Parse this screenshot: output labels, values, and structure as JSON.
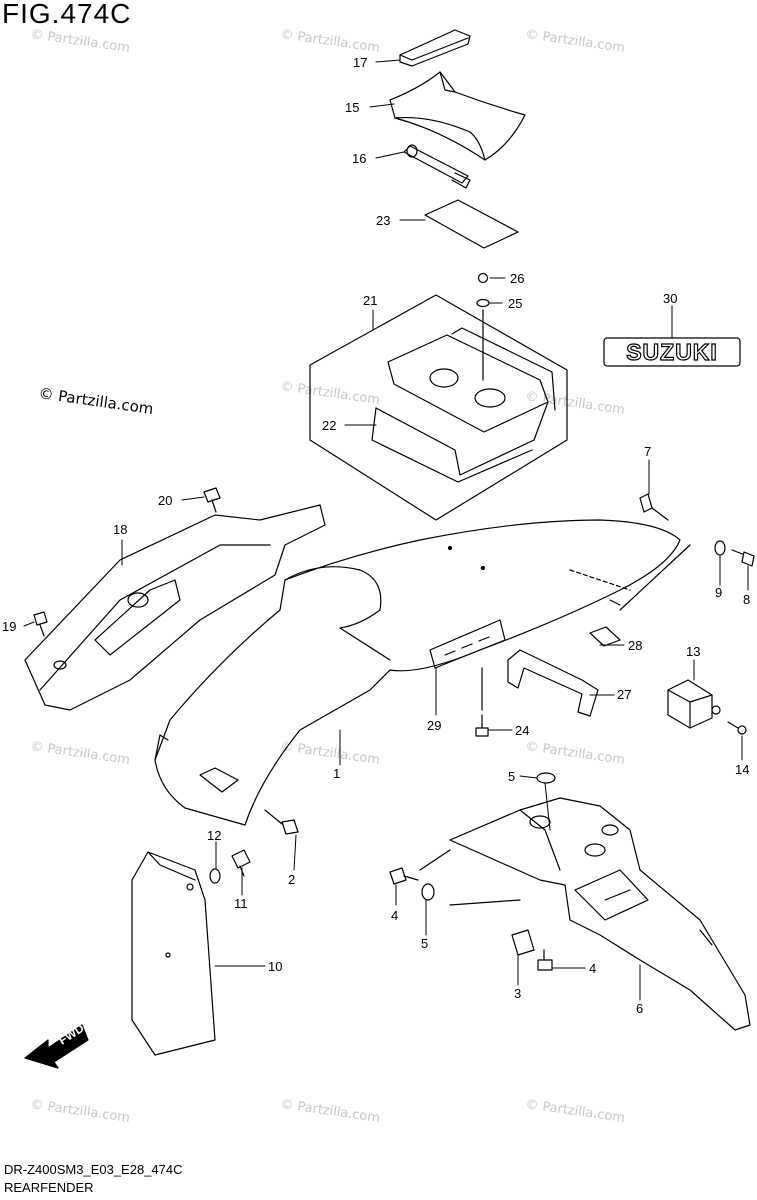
{
  "figure": {
    "title": "FIG.474C"
  },
  "footer": {
    "code": "DR-Z400SM3_E03_E28_474C",
    "name": "REARFENDER"
  },
  "watermark": {
    "text": "© Partzilla.com"
  },
  "brand": {
    "decal_text": "SUZUKI"
  },
  "direction_arrow": {
    "label": "FWD"
  },
  "parts": [
    {
      "number": "1"
    },
    {
      "number": "2"
    },
    {
      "number": "3"
    },
    {
      "number": "4"
    },
    {
      "number": "4"
    },
    {
      "number": "5"
    },
    {
      "number": "5"
    },
    {
      "number": "6"
    },
    {
      "number": "7"
    },
    {
      "number": "8"
    },
    {
      "number": "9"
    },
    {
      "number": "10"
    },
    {
      "number": "11"
    },
    {
      "number": "12"
    },
    {
      "number": "13"
    },
    {
      "number": "14"
    },
    {
      "number": "15"
    },
    {
      "number": "16"
    },
    {
      "number": "17"
    },
    {
      "number": "18"
    },
    {
      "number": "19"
    },
    {
      "number": "20"
    },
    {
      "number": "21"
    },
    {
      "number": "22"
    },
    {
      "number": "23"
    },
    {
      "number": "24"
    },
    {
      "number": "25"
    },
    {
      "number": "26"
    },
    {
      "number": "27"
    },
    {
      "number": "28"
    },
    {
      "number": "29"
    },
    {
      "number": "30"
    }
  ],
  "colors": {
    "line": "#000000",
    "watermark": "#c8c8c8",
    "background": "#ffffff"
  }
}
